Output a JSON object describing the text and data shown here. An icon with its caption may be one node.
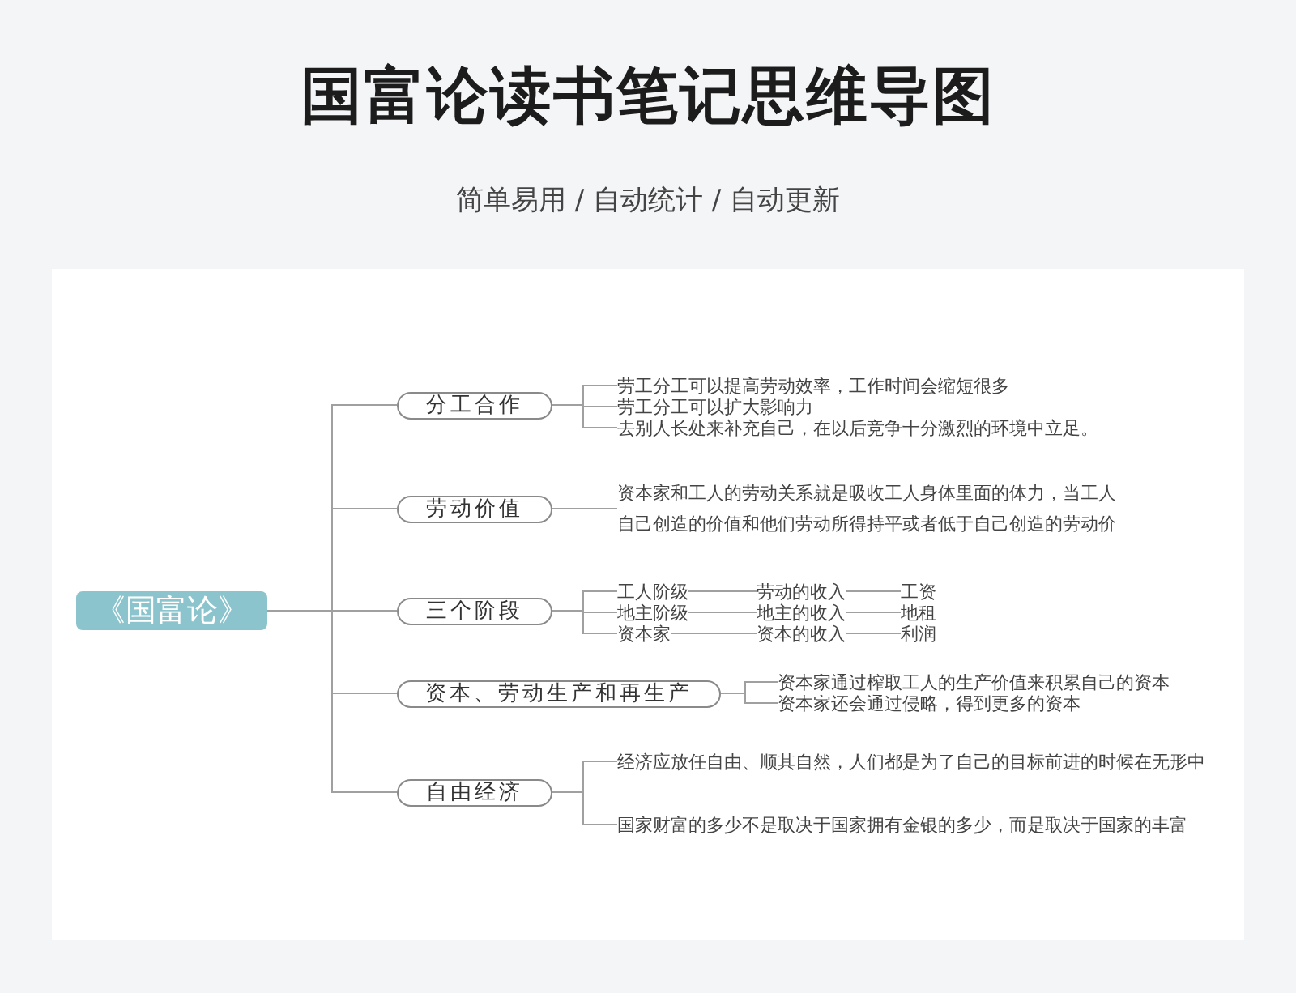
{
  "diagram": {
    "title": "国富论读书笔记思维导图",
    "nodes": [
      {
        "text": [
          "《国富论》"
        ]
      },
      {
        "text": [
          "分工合作"
        ]
      },
      {
        "text": [
          "劳动价值"
        ]
      },
      {
        "text": [
          "三个阶段"
        ]
      },
      {
        "text": [
          "资本、劳动生产和再生产"
        ]
      },
      {
        "text": [
          "自由经济"
        ]
      },
      {
        "text": [
          "劳工分工可以提高劳动效率，工作时间会缩短很多"
        ]
      },
      {
        "text": [
          "劳工分工可以扩大影响力"
        ]
      },
      {
        "text": [
          "去别人长处来补充自己，在以后竞争十分激烈的环境中立足。"
        ]
      },
      {
        "text": [
          "资本家和工人的劳动关系就是吸收工人身体里面的体力，当工人自己创造的价值和他们劳动所得持平或者低于自己创造的劳动价"
        ]
      },
      {
        "text": [
          "工人阶级"
        ]
      },
      {
        "text": [
          "劳动的收入"
        ]
      },
      {
        "text": [
          "工资"
        ]
      },
      {
        "text": [
          "地主阶级"
        ]
      },
      {
        "text": [
          "地主的收入"
        ]
      },
      {
        "text": [
          "地租"
        ]
      },
      {
        "text": [
          "资本家"
        ]
      },
      {
        "text": [
          "资本的收入"
        ]
      },
      {
        "text": [
          "利润"
        ]
      },
      {
        "text": [
          "资本家通过榨取工人的生产价值来积累自己的资本"
        ]
      },
      {
        "text": [
          "资本家还会通过侵略，得到更多的资本"
        ]
      },
      {
        "text": [
          "经济应放任自由、顺其自然，人们都是为了自己的目标前进的时候在无形中"
        ]
      },
      {
        "text": [
          "国家财富的多少不是取决于国家拥有金银的多少，而是取决于国家的丰富"
        ]
      }
    ],
    "edges": [
      {
        "from": 0,
        "to": 1,
        "arrow": "none"
      },
      {
        "from": 0,
        "to": 2,
        "arrow": "none"
      },
      {
        "from": 0,
        "to": 3,
        "arrow": "none"
      },
      {
        "from": 0,
        "to": 4,
        "arrow": "none"
      },
      {
        "from": 0,
        "to": 5,
        "arrow": "none"
      },
      {
        "from": 1,
        "to": 6,
        "arrow": "none"
      },
      {
        "from": 1,
        "to": 7,
        "arrow": "none"
      },
      {
        "from": 1,
        "to": 8,
        "arrow": "none"
      },
      {
        "from": 2,
        "to": 9,
        "arrow": "none"
      },
      {
        "from": 3,
        "to": 10,
        "arrow": "none"
      },
      {
        "from": 3,
        "to": 13,
        "arrow": "none"
      },
      {
        "from": 3,
        "to": 16,
        "arrow": "none"
      },
      {
        "from": 10,
        "to": 11,
        "arrow": "none"
      },
      {
        "from": 11,
        "to": 12,
        "arrow": "none"
      },
      {
        "from": 13,
        "to": 14,
        "arrow": "none"
      },
      {
        "from": 14,
        "to": 15,
        "arrow": "none"
      },
      {
        "from": 16,
        "to": 17,
        "arrow": "none"
      },
      {
        "from": 17,
        "to": 18,
        "arrow": "none"
      },
      {
        "from": 4,
        "to": 19,
        "arrow": "none"
      },
      {
        "from": 4,
        "to": 20,
        "arrow": "none"
      },
      {
        "from": 5,
        "to": 21,
        "arrow": "none"
      },
      {
        "from": 5,
        "to": 22,
        "arrow": "none"
      }
    ],
    "labels": [
      "简单易用 / 自动统计 / 自动更新"
    ]
  }
}
